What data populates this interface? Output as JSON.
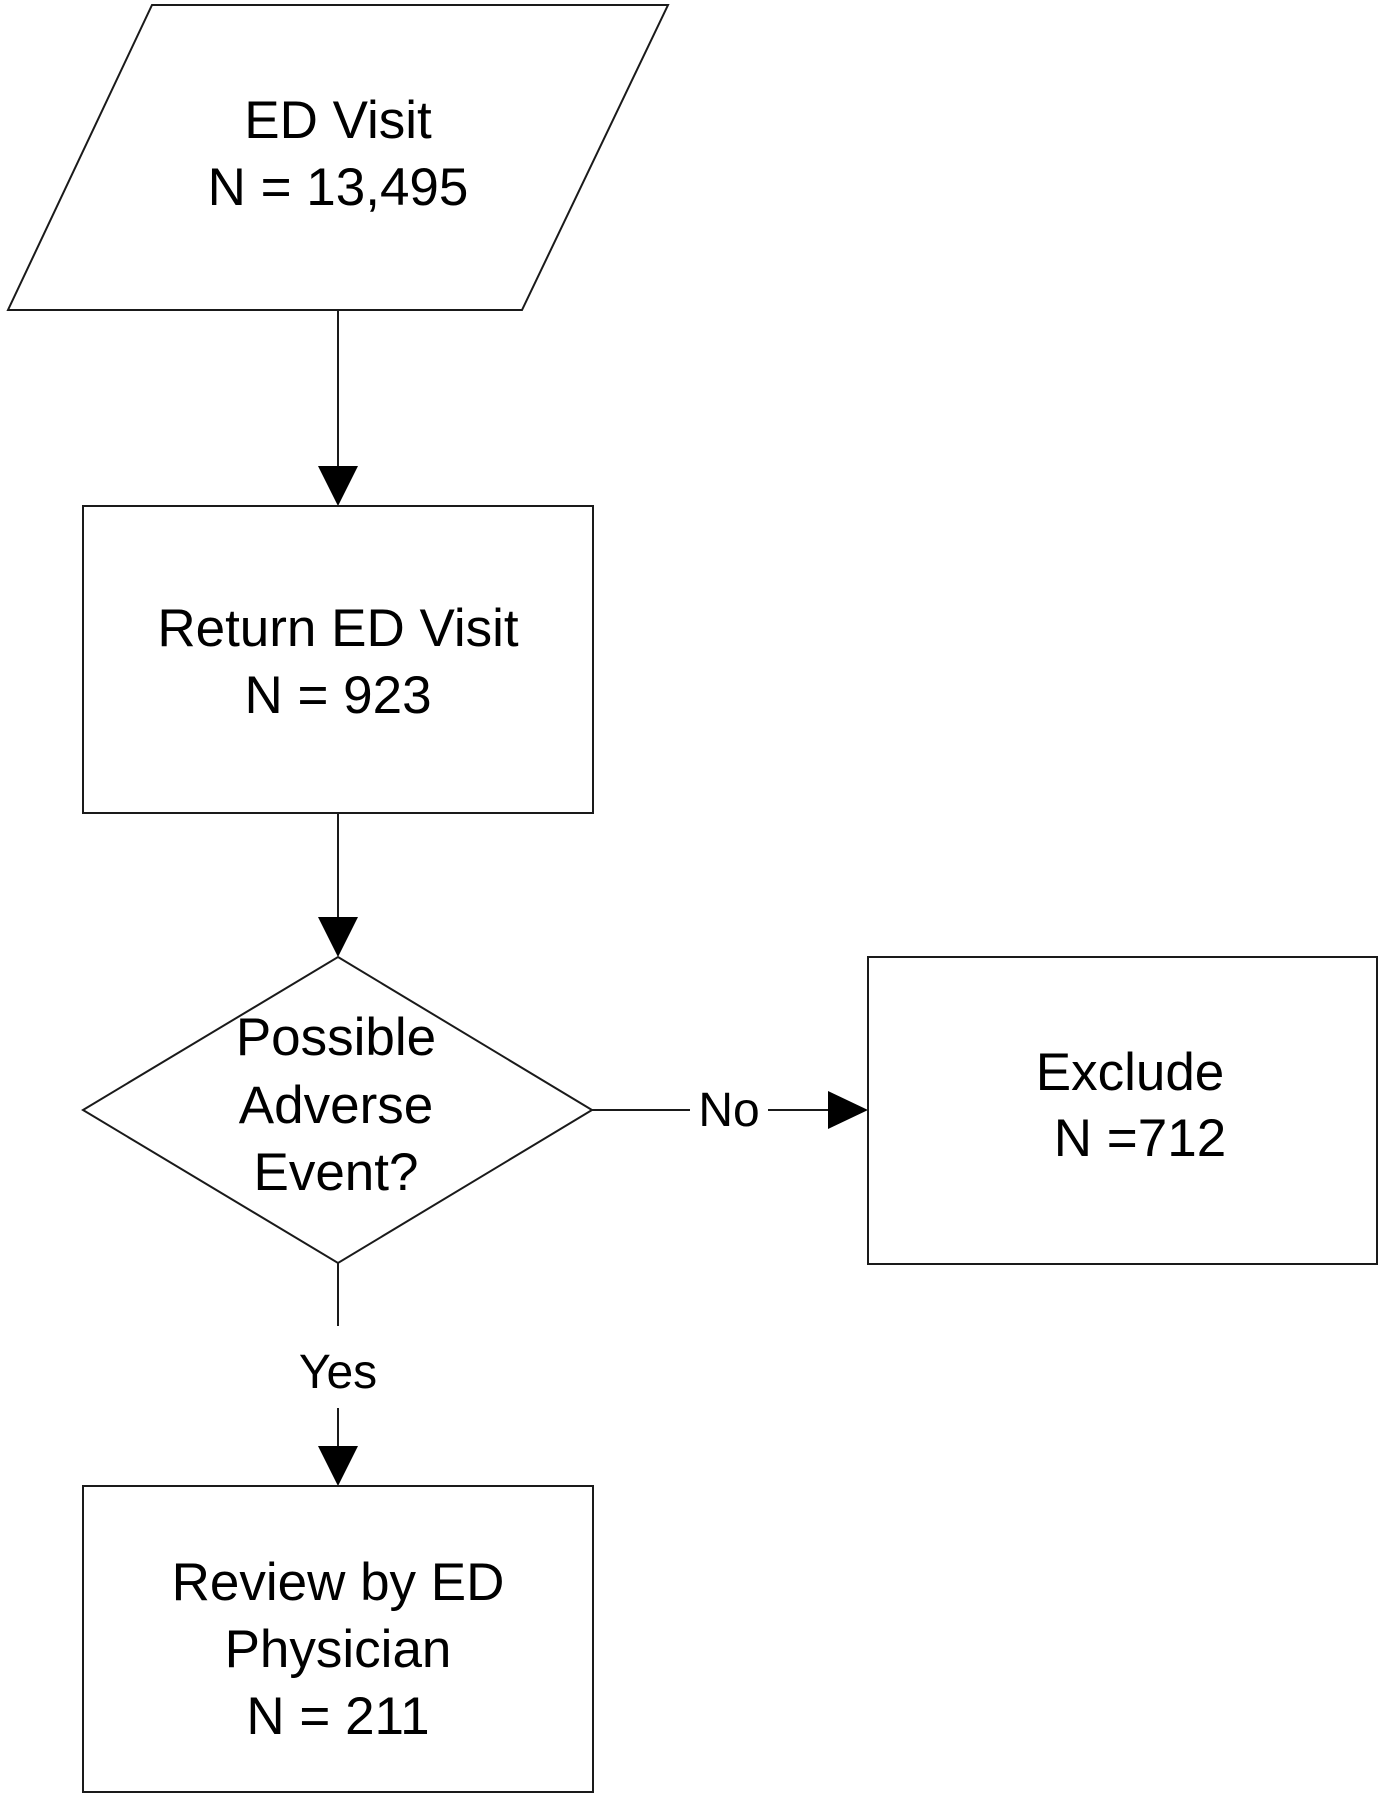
{
  "nodes": {
    "ed_visit": {
      "shape": "parallelogram",
      "lines": [
        "ED Visit",
        "N = 13,495"
      ]
    },
    "return_ed_visit": {
      "shape": "rectangle",
      "lines": [
        "Return ED Visit",
        "N = 923"
      ]
    },
    "possible_adverse_event": {
      "shape": "diamond",
      "lines": [
        "Possible",
        "Adverse",
        "Event?"
      ]
    },
    "exclude": {
      "shape": "rectangle",
      "lines": [
        "Exclude",
        "N =712"
      ]
    },
    "review_by_ed_physician": {
      "shape": "rectangle",
      "lines": [
        "Review by ED",
        "Physician",
        "N = 211"
      ]
    }
  },
  "edges": {
    "no_label": "No",
    "yes_label": "Yes"
  },
  "colors": {
    "stroke": "#1a1a1a",
    "fill": "#ffffff",
    "text": "#000000"
  }
}
